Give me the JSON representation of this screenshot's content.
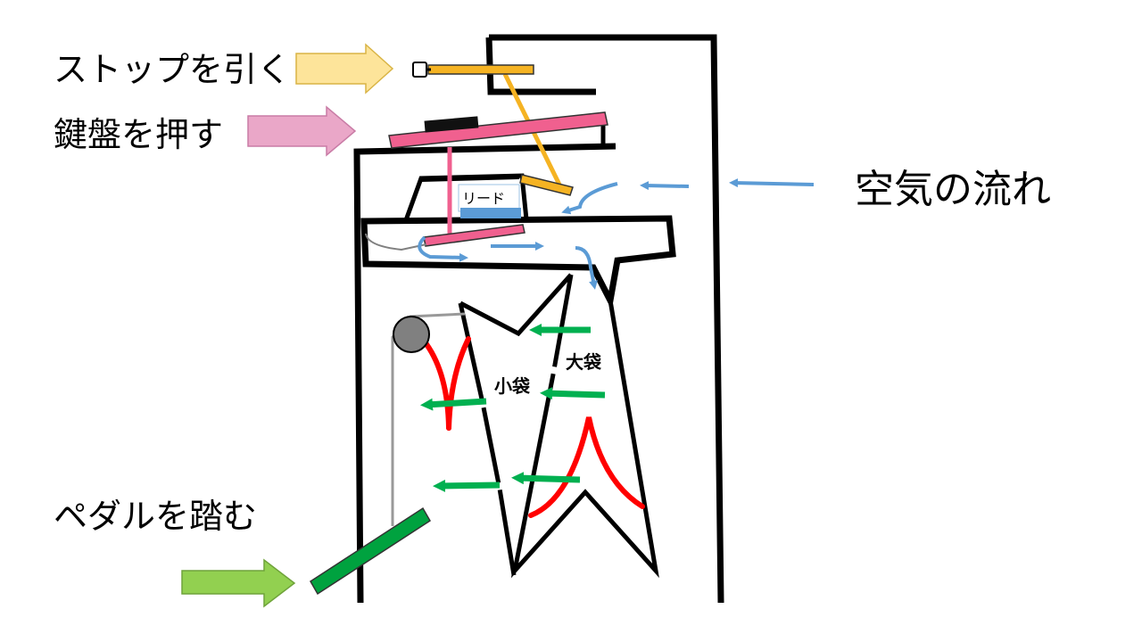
{
  "labels": {
    "pull_stop": "ストップを引く",
    "press_key": "鍵盤を押す",
    "air_flow": "空気の流れ",
    "step_pedal": "ペダルを踏む",
    "reed": "リード",
    "small_bellows": "小袋",
    "large_bellows": "大袋"
  },
  "colors": {
    "stop_arrow": "#fde49a",
    "key_arrow": "#eaa7c8",
    "pedal_arrow": "#92d050",
    "air_flow": "#5b9bd5",
    "bellows_air": "#00b050",
    "stop_rod": "#f5b323",
    "key": "#f0608f",
    "spring": "#ff0000",
    "pedal": "#00a23f",
    "pulley": "#808080"
  }
}
